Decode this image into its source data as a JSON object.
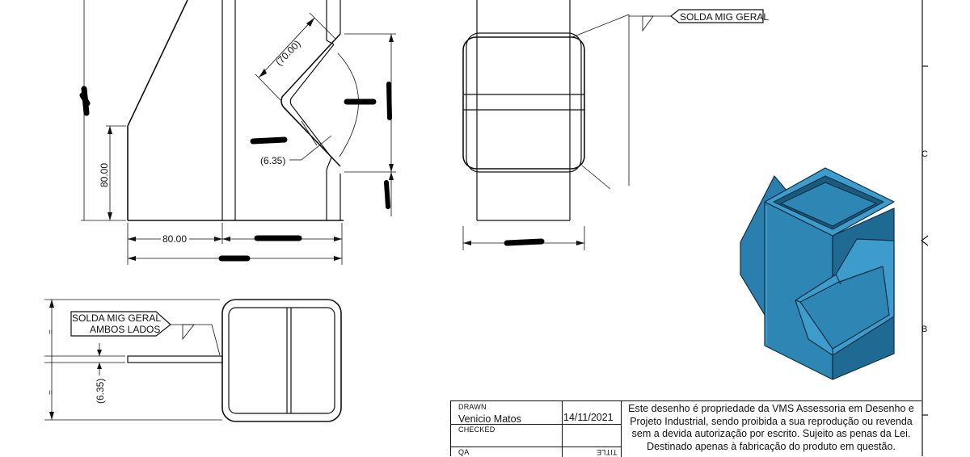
{
  "dimensions": {
    "angle_leg": "(70.00)",
    "thickness_side": "(6.35)",
    "left_height": "80.00",
    "bottom_width": "80.00",
    "thickness_plan": "(6.35)"
  },
  "weld_notes": {
    "front": "SOLDA MIG GERAL",
    "plan_line1": "SOLDA MIG GERAL",
    "plan_line2": "AMBOS LADOS"
  },
  "title_block": {
    "drawn_label": "DRAWN",
    "drawn_by": "Venicio Matos",
    "drawn_date": "14/11/2021",
    "checked_label": "CHECKED",
    "qa_label": "QA",
    "title_label": "TITLE",
    "notice": "Este desenho é propriedade da VMS Assessoria em Desenho e Projeto Industrial, sendo proibida a sua reprodução ou revenda sem a devida autorização por escrito. Sujeito as penas da Lei. Destinado apenas à fabricação do produto em questão."
  },
  "border_zones": [
    "C",
    "B"
  ],
  "colors": {
    "model_fill": "#2e86b5",
    "model_shadow": "#1f6a92",
    "model_light": "#3d9ccc",
    "line": "#111111"
  }
}
